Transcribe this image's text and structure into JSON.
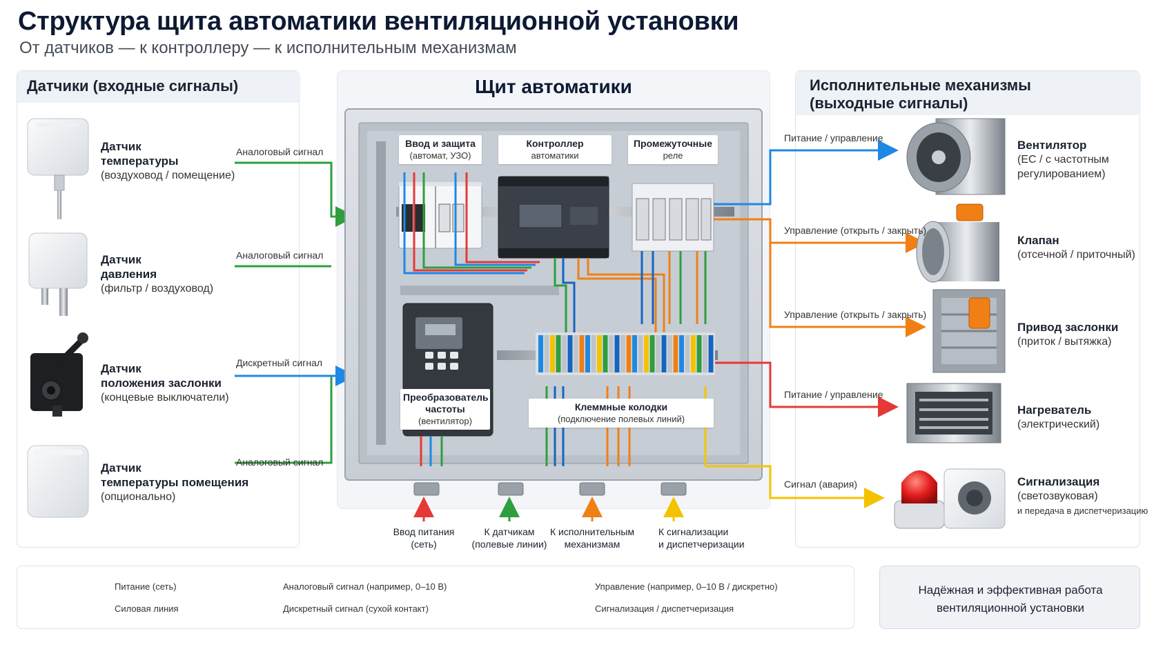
{
  "title": "Структура щита автоматики вентиляционной установки",
  "subtitle": "От датчиков — к контроллеру — к исполнительным механизмам",
  "sensors": {
    "header": "Датчики (входные сигналы)",
    "items": [
      {
        "name_line1": "Датчик",
        "name_line2": "температуры",
        "desc": "(воздуховод / помещение)",
        "signal": "Аналоговый сигнал",
        "icon": "temperature-sensor-icon"
      },
      {
        "name_line1": "Датчик",
        "name_line2": "давления",
        "desc": "(фильтр / воздуховод)",
        "signal": "Аналоговый сигнал",
        "icon": "pressure-sensor-icon"
      },
      {
        "name_line1": "Датчик",
        "name_line2": "положения заслонки",
        "desc": "(концевые выключатели)",
        "signal": "Дискретный сигнал",
        "icon": "limit-switch-icon"
      },
      {
        "name_line1": "Датчик",
        "name_line2": "температуры помещения",
        "desc": "(опционально)",
        "signal": "Аналоговый сигнал",
        "icon": "room-sensor-icon"
      }
    ]
  },
  "cabinet": {
    "header": "Щит автоматики",
    "blocks": {
      "input": {
        "line1": "Ввод и защита",
        "line2": "(автомат, УЗО)"
      },
      "controller": {
        "line1": "Контроллер",
        "line2": "автоматики"
      },
      "relays": {
        "line1": "Промежуточные",
        "line2": "реле"
      },
      "vfd": {
        "line1": "Преобразователь",
        "line2": "частоты",
        "line3": "(вентилятор)"
      },
      "terminals": {
        "line1": "Клеммные колодки",
        "line2": "(подключение полевых линий)"
      }
    },
    "bottom": [
      {
        "line1": "Ввод питания",
        "line2": "(сеть)",
        "color": "#e53935"
      },
      {
        "line1": "К датчикам",
        "line2": "(полевые линии)",
        "color": "#2e9e3e"
      },
      {
        "line1": "К исполнительным",
        "line2": "механизмам",
        "color": "#f07f16"
      },
      {
        "line1": "К сигнализации",
        "line2": "и диспетчеризации",
        "color": "#f4c300"
      }
    ]
  },
  "actuators": {
    "header_line1": "Исполнительные механизмы",
    "header_line2": "(выходные сигналы)",
    "items": [
      {
        "name": "Вентилятор",
        "desc1": "(ЕС / с частотным",
        "desc2": "регулированием)",
        "signal": "Питание / управление",
        "color": "#1e88e5",
        "icon": "fan-icon"
      },
      {
        "name": "Клапан",
        "desc1": "(отсечной / приточный)",
        "desc2": "",
        "signal": "Управление (открыть / закрыть)",
        "color": "#f07f16",
        "icon": "valve-icon"
      },
      {
        "name": "Привод заслонки",
        "desc1": "(приток / вытяжка)",
        "desc2": "",
        "signal": "Управление (открыть / закрыть)",
        "color": "#f07f16",
        "icon": "damper-actuator-icon"
      },
      {
        "name": "Нагреватель",
        "desc1": "(электрический)",
        "desc2": "",
        "signal": "Питание / управление",
        "color": "#e53935",
        "icon": "heater-icon"
      },
      {
        "name": "Сигнализация",
        "desc1": "(светозвуковая)",
        "desc2": "и передача в диспетчеризацию",
        "signal": "Сигнал (авария)",
        "color": "#f4c300",
        "icon": "alarm-icon"
      }
    ]
  },
  "legend": [
    {
      "label": "Питание (сеть)",
      "color": "#e53935"
    },
    {
      "label": "Силовая линия",
      "color": "#1e88e5"
    },
    {
      "label": "Аналоговый сигнал (например, 0–10 В)",
      "color": "#2e9e3e"
    },
    {
      "label": "Дискретный сигнал (сухой контакт)",
      "color": "#1565c0"
    },
    {
      "label": "Управление (например, 0–10 В / дискретно)",
      "color": "#f07f16"
    },
    {
      "label": "Сигнализация / диспетчеризация",
      "color": "#f4c300"
    }
  ],
  "note": {
    "line1": "Надёжная и эффективная работа",
    "line2": "вентиляционной установки"
  }
}
